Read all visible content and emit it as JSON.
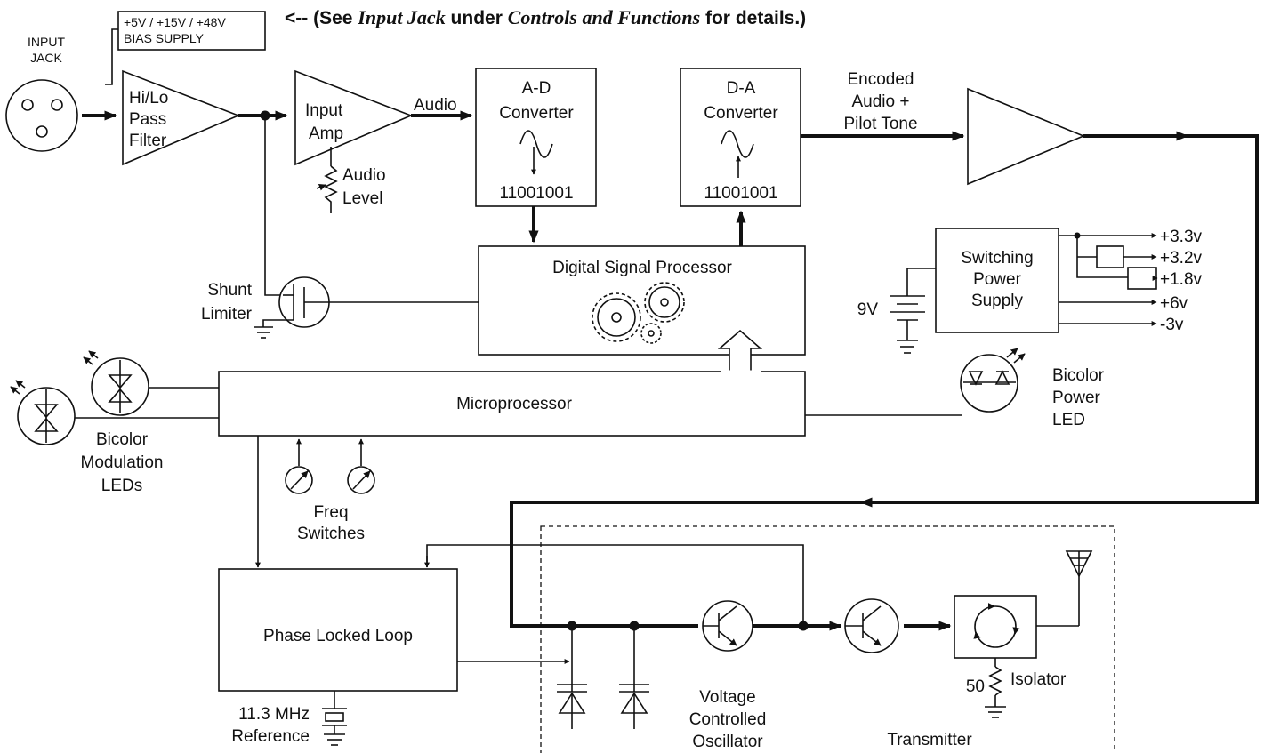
{
  "note": {
    "prefix": "<-- (See ",
    "ref1": "Input Jack",
    "mid": " under ",
    "ref2": "Controls and Functions",
    "suffix": " for details.)"
  },
  "bias_supply": {
    "line1": "+5V / +15V / +48V",
    "line2": "BIAS SUPPLY"
  },
  "input_jack": {
    "line1": "INPUT",
    "line2": "JACK"
  },
  "filter": {
    "line1": "Hi/Lo",
    "line2": "Pass",
    "line3": "Filter"
  },
  "input_amp": {
    "line1": "Input",
    "line2": "Amp"
  },
  "audio_level": {
    "line1": "Audio",
    "line2": "Level"
  },
  "audio_signal": "Audio",
  "adc": {
    "line1": "A-D",
    "line2": "Converter",
    "bits": "11001001"
  },
  "dac": {
    "line1": "D-A",
    "line2": "Converter",
    "bits": "11001001"
  },
  "encoded": {
    "line1": "Encoded",
    "line2": "Audio +",
    "line3": "Pilot Tone"
  },
  "dsp": "Digital Signal Processor",
  "shunt_limiter": {
    "line1": "Shunt",
    "line2": "Limiter"
  },
  "battery": "9V",
  "power_supply": {
    "line1": "Switching",
    "line2": "Power",
    "line3": "Supply",
    "outputs": [
      "+3.3v",
      "+3.2v",
      "+1.8v",
      "+6v",
      "-3v"
    ]
  },
  "power_led": {
    "line1": "Bicolor",
    "line2": "Power",
    "line3": "LED"
  },
  "microprocessor": "Microprocessor",
  "mod_leds": {
    "line1": "Bicolor",
    "line2": "Modulation",
    "line3": "LEDs"
  },
  "freq_switches": {
    "line1": "Freq",
    "line2": "Switches"
  },
  "pll": "Phase Locked Loop",
  "reference": {
    "line1": "11.3 MHz",
    "line2": "Reference"
  },
  "vco": {
    "line1": "Voltage",
    "line2": "Controlled",
    "line3": "Oscillator"
  },
  "transmitter": "Transmitter",
  "isolator": {
    "label": "Isolator",
    "resistor": "50"
  }
}
